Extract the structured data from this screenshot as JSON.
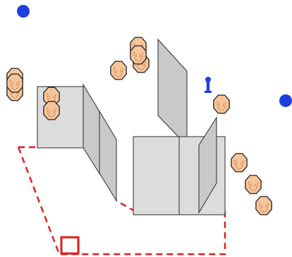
{
  "diagram": {
    "kind": "office floor plan",
    "colors": {
      "background": "#ffffff",
      "wall_fill": "#dcdcdc",
      "wall_stroke": "#2b2b2b",
      "panel_fill": "#c9c9c9",
      "route": "#e21b1b",
      "marker": "#1f3fe0",
      "person_fill": "#f6c59a",
      "person_stroke": "#1f1f1f",
      "person_face": "#b3682a"
    },
    "icons": {
      "person": "person-icon",
      "marker": "blue-dot-icon",
      "sensor": "sensor-icon",
      "exit_box": "exit-square-icon"
    },
    "counts": {
      "people": 13,
      "markers": 2,
      "sensors": 1
    }
  }
}
